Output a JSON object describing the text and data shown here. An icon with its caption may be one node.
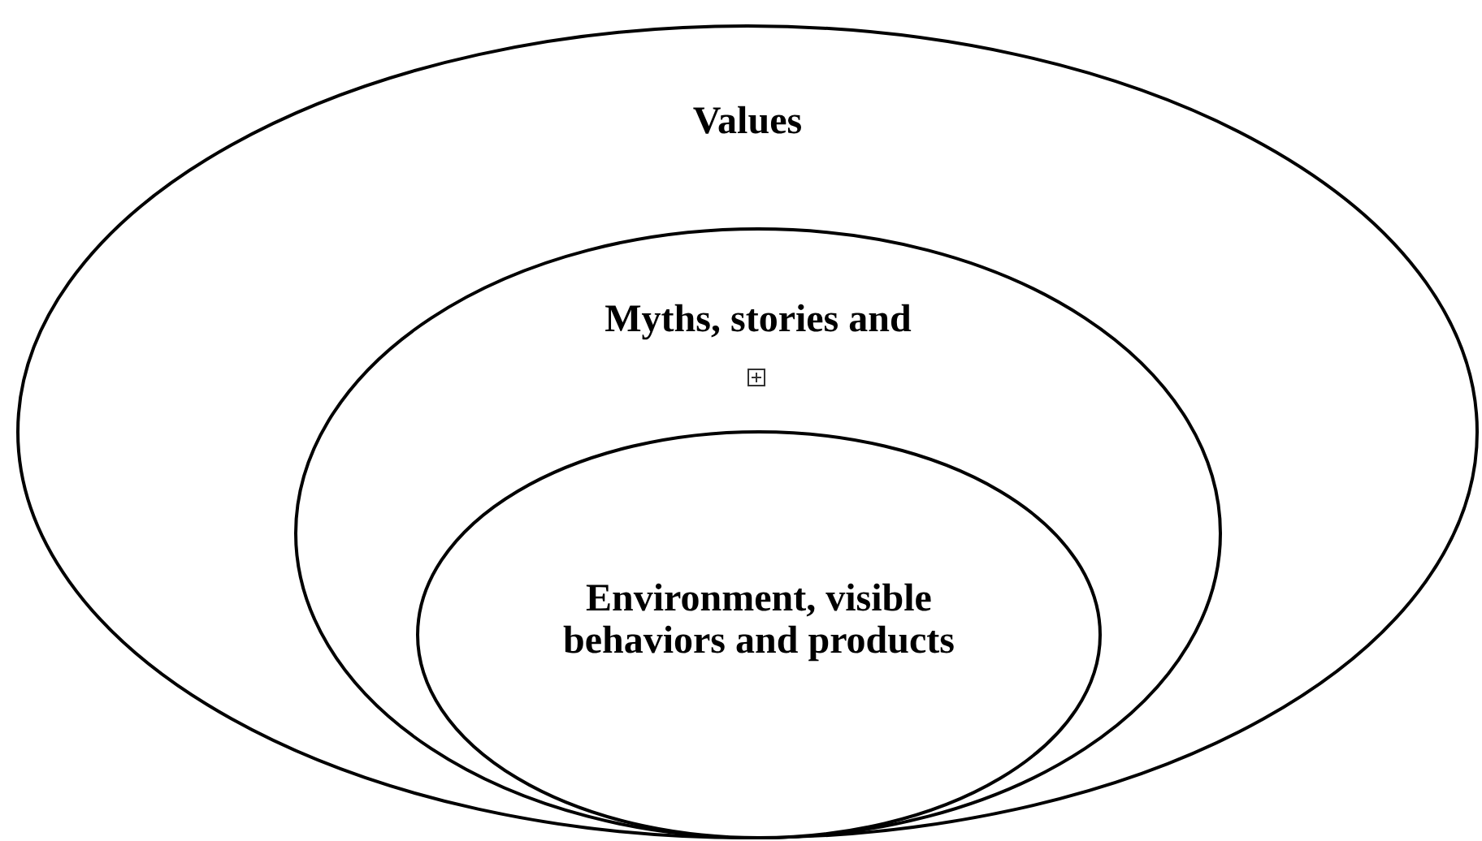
{
  "diagram": {
    "nodes": [
      {
        "text": [
          "Values"
        ]
      },
      {
        "text": [
          "Myths, stories and"
        ],
        "in": 0
      },
      {
        "text": [
          "Environment, visible behaviors and products"
        ],
        "in": 1
      }
    ]
  }
}
